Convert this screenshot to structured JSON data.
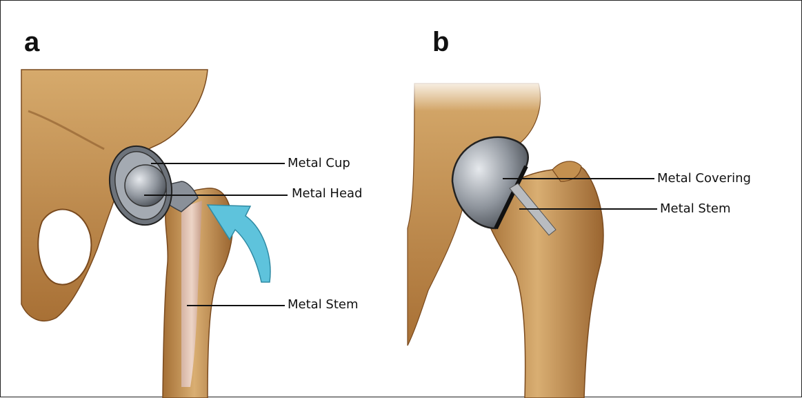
{
  "figure": {
    "panels": [
      {
        "letter": "a",
        "labels": {
          "cup": "Metal Cup",
          "head": "Metal Head",
          "stem": "Metal Stem"
        }
      },
      {
        "letter": "b",
        "labels": {
          "covering": "Metal Covering",
          "stem": "Metal Stem"
        }
      }
    ],
    "colors": {
      "bone": "#c99a5e",
      "bone_dark": "#8a5a2b",
      "metal": "#8e949c",
      "arrow": "#5ec3dc"
    }
  }
}
